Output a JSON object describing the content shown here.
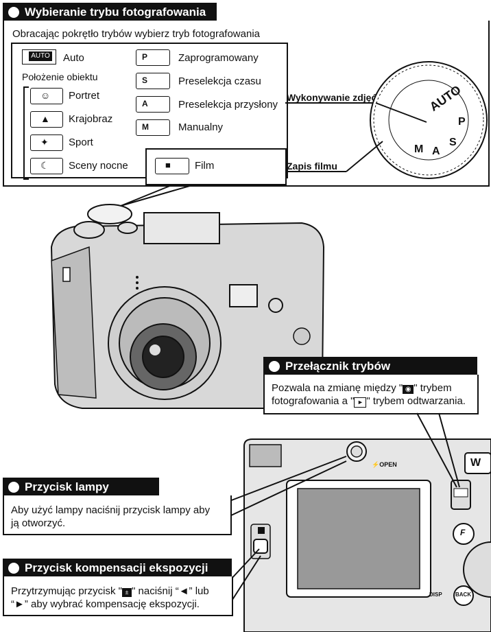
{
  "top": {
    "title": "Wybieranie trybu fotografowania",
    "subtitle": "Obracając pokrętło trybów wybierz tryb fotografowania",
    "auto_label": "Auto",
    "auto_icon_text": "AUTO",
    "scene_group_label": "Położenie obiektu",
    "scene_modes": [
      "Portret",
      "Krajobraz",
      "Sport",
      "Sceny nocne"
    ],
    "manual_modes": [
      {
        "icon": "P",
        "label": "Zaprogramowany"
      },
      {
        "icon": "S",
        "label": "Preselekcja czasu"
      },
      {
        "icon": "A",
        "label": "Preselekcja przysłony"
      },
      {
        "icon": "M",
        "label": "Manualny"
      }
    ],
    "film_label": "Film",
    "shooting_label": "Wykonywanie zdjęć",
    "movie_label": "Zapis filmu",
    "dial_letters": [
      "AUTO",
      "P",
      "S",
      "A",
      "M"
    ]
  },
  "mode_switch": {
    "title": "Przełącznik trybów",
    "text_1": "Pozwala na zmianę między \"",
    "text_2": "\" trybem",
    "text_3": "fotografowania a \"",
    "text_4": "\" trybem odtwarzania."
  },
  "flash": {
    "title": "Przycisk lampy",
    "text": "Aby użyć lampy naciśnij przycisk lampy aby ją otworzyć.",
    "camera_label": "OPEN"
  },
  "exposure": {
    "title": "Przycisk kompensacji ekspozycji",
    "text_1": "Przytrzymując przycisk \"",
    "text_2": "\" naciśnij “◄” lub",
    "text_3": "“►” aby wybrać kompensację ekspozycji."
  },
  "camera_back": {
    "w_label": "W",
    "f_label": "F",
    "back_label": "BACK",
    "disp_label": "DISP"
  }
}
